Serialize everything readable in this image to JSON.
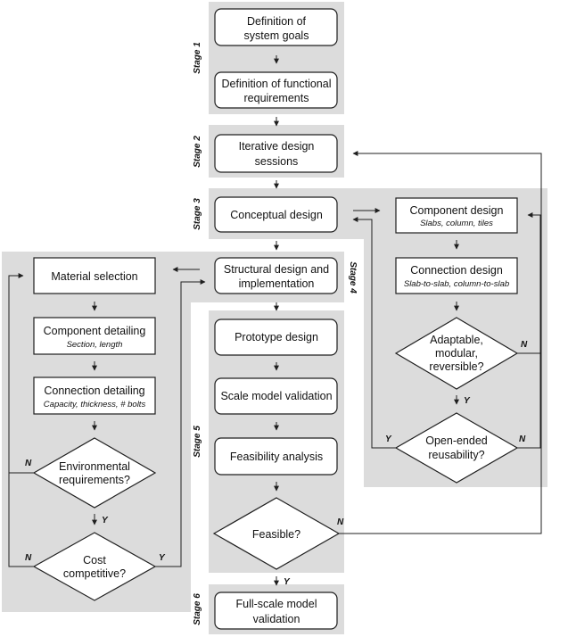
{
  "stages": {
    "s1": "Stage 1",
    "s2": "Stage 2",
    "s3": "Stage 3",
    "s4": "Stage 4",
    "s5": "Stage 5",
    "s6": "Stage 6"
  },
  "nodes": {
    "system_goals": [
      "Definition of",
      "system goals"
    ],
    "functional_requirements": [
      "Definition of functional",
      "requirements"
    ],
    "iterative_design": [
      "Iterative design",
      "sessions"
    ],
    "conceptual_design": "Conceptual design",
    "component_design": {
      "title": "Component design",
      "subtitle": "Slabs, column, tiles"
    },
    "connection_design": {
      "title": "Connection design",
      "subtitle": "Slab-to-slab, column-to-slab"
    },
    "adaptable": [
      "Adaptable,",
      "modular,",
      "reversible?"
    ],
    "open_ended": [
      "Open-ended",
      "reusability?"
    ],
    "structural_design": [
      "Structural design and",
      "implementation"
    ],
    "material_selection": "Material selection",
    "component_detailing": {
      "title": "Component detailing",
      "subtitle": "Section, length"
    },
    "connection_detailing": {
      "title": "Connection detailing",
      "subtitle": "Capacity, thickness, # bolts"
    },
    "environmental": [
      "Environmental",
      "requirements?"
    ],
    "cost": [
      "Cost",
      "competitive?"
    ],
    "prototype_design": "Prototype design",
    "scale_model": "Scale model validation",
    "feasibility_analysis": "Feasibility analysis",
    "feasible": "Feasible?",
    "full_scale": [
      "Full-scale model",
      "validation"
    ]
  },
  "branches": {
    "yes": "Y",
    "no": "N"
  }
}
